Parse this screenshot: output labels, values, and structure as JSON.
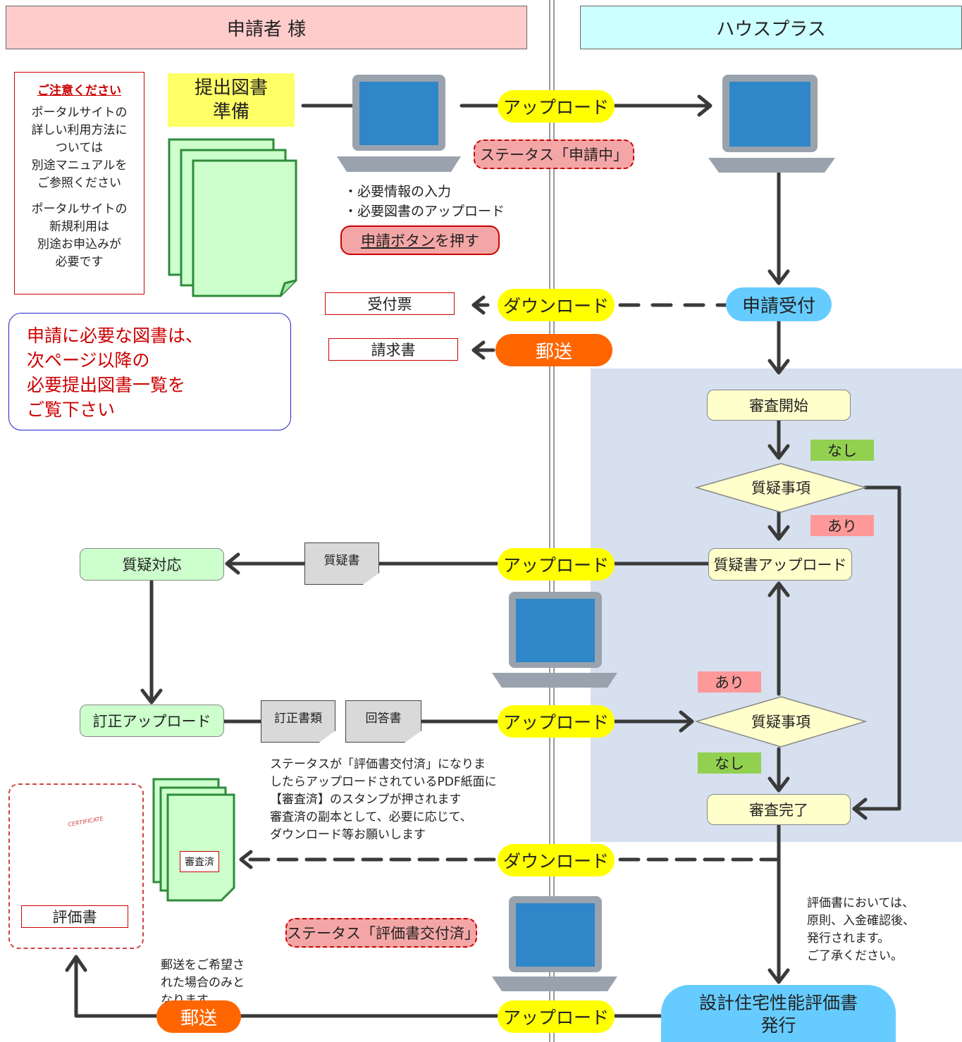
{
  "headers": {
    "applicant": "申請者 様",
    "houseplus": "ハウスプラス"
  },
  "caution": {
    "title": "ご注意ください",
    "lines1": [
      "ポータルサイトの",
      "詳しい利用方法に",
      "ついては",
      "別途マニュアルを",
      "ご参照ください"
    ],
    "lines2": [
      "ポータルサイトの",
      "新規利用は",
      "別途お申込みが",
      "必要です"
    ]
  },
  "prep": {
    "line1": "提出図書",
    "line2": "準備"
  },
  "required_docs_note": [
    "申請に必要な図書は、",
    "次ページ以降の",
    "必要提出図書一覧を",
    "ご覧下さい"
  ],
  "pills": {
    "upload_1": "アップロード",
    "download_1": "ダウンロード",
    "mail_1": "郵送",
    "upload_2": "アップロード",
    "upload_3": "アップロード",
    "download_2": "ダウンロード",
    "upload_4": "アップロード",
    "mail_2": "郵送"
  },
  "status": {
    "applying": "ステータス「申請中」",
    "issued": "ステータス「評価書交付済」"
  },
  "apply_steps": [
    "・必要情報の入力",
    "・必要図書のアップロード"
  ],
  "apply_button": {
    "underlined": "申請ボタン",
    "rest": "を押す"
  },
  "receipts": {
    "ticket": "受付票",
    "invoice": "請求書"
  },
  "flow": {
    "received": "申請受付",
    "review_start": "審査開始",
    "question_1": "質疑事項",
    "none_1": "なし",
    "yes_1": "あり",
    "question_upload": "質疑書アップロード",
    "yes_2": "あり",
    "question_2": "質疑事項",
    "none_2": "なし",
    "review_done": "審査完了",
    "issue_line1": "設計住宅性能評価書",
    "issue_line2": "発行"
  },
  "applicant_flow": {
    "qa_response": "質疑対応",
    "correction_upload": "訂正アップロード"
  },
  "docs": {
    "question_doc": "質疑書",
    "correction_doc": "訂正書類",
    "answer_doc": "回答書",
    "stamp": "審査済",
    "evaluation": "評価書"
  },
  "stamp_note": [
    "ステータスが「評価書交付済」になりま",
    "したらアップロードされているPDF紙面に",
    "【審査済】のスタンプが押されます",
    "審査済の副本として、必要に応じて、",
    "ダウンロード等お願いします"
  ],
  "payment_note": [
    "評価書においては、",
    "原則、入金確認後、",
    "発行されます。",
    "ご了承ください。"
  ],
  "mail_note": [
    "郵送をご希望さ",
    "れた場合のみと",
    "なります。"
  ],
  "certificate_label": "CERTIFICATE",
  "colors": {
    "pill_yellow": "#ffff00",
    "pill_orange": "#ff6600",
    "pill_blue": "#66ccff",
    "zone": "#d6e0ef",
    "applicant_header": "#ffcccc",
    "houseplus_header": "#ccffff"
  }
}
